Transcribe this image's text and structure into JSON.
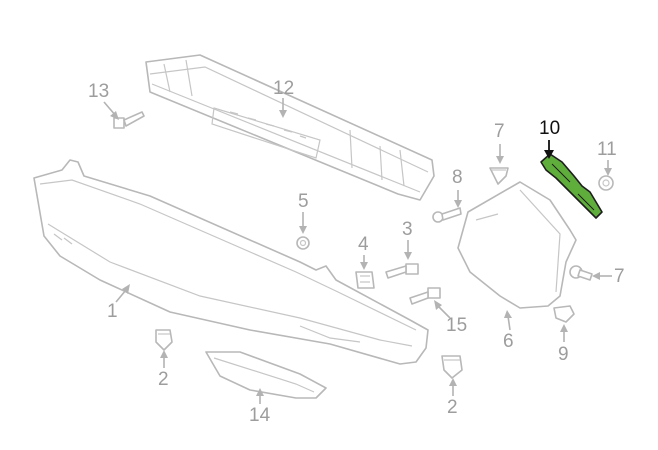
{
  "diagram": {
    "highlight_color": "#5fae3c",
    "callout_color": "#9d9d9d",
    "active_callout_color": "#111111",
    "callouts": {
      "c1": "1",
      "c2a": "2",
      "c2b": "2",
      "c3": "3",
      "c4": "4",
      "c5": "5",
      "c6": "6",
      "c7a": "7",
      "c7b": "7",
      "c8": "8",
      "c9": "9",
      "c10": "10",
      "c11": "11",
      "c12": "12",
      "c13": "13",
      "c14": "14",
      "c15": "15"
    }
  }
}
